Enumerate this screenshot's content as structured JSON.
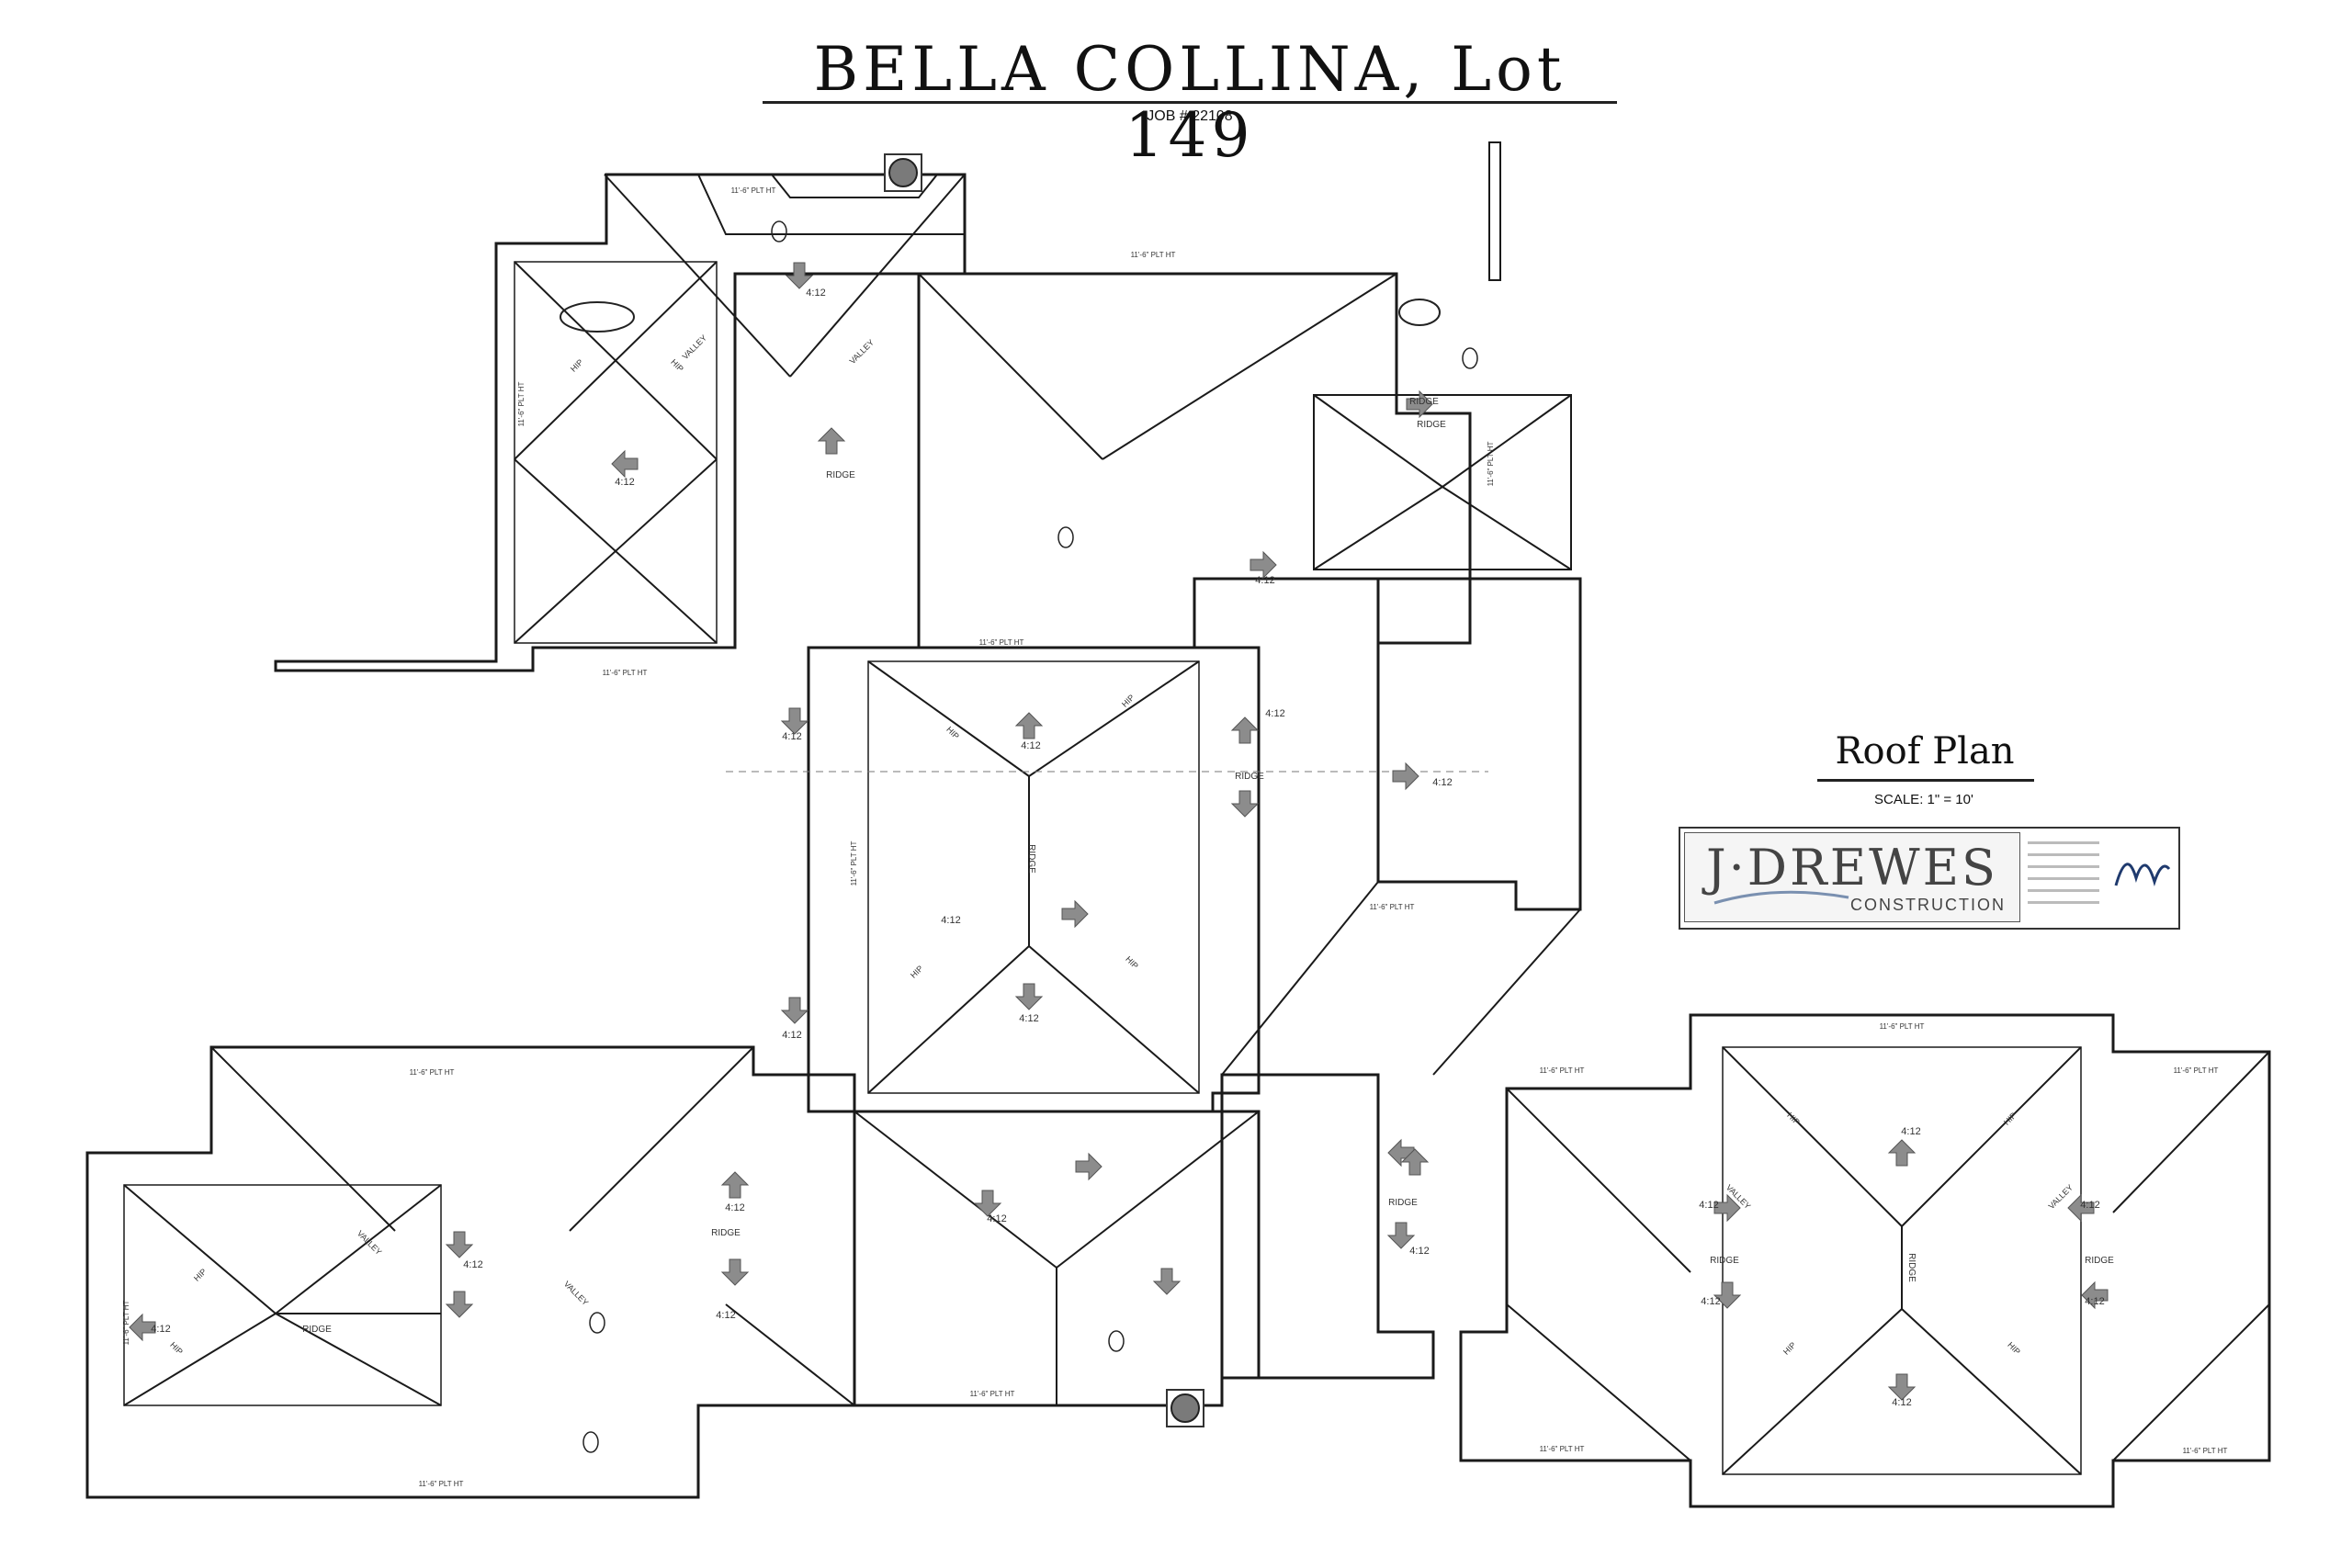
{
  "title": {
    "project": "BELLA COLLINA, Lot 149",
    "job": "JOB # 22108"
  },
  "sheet": {
    "heading": "Roof Plan",
    "scale": "SCALE: 1\" = 10'"
  },
  "logos": {
    "drewes_name": "J·DREWES",
    "drewes_sub": "CONSTRUCTION",
    "hyatt_signature": "Hyatt"
  },
  "plan": {
    "pitch_label": "4:12",
    "ridge_label": "RIDGE",
    "hip_label": "HIP",
    "valley_label": "VALLEY",
    "plate_label": "11'-6\" PLT HT",
    "colors": {
      "line": "#1a1a1a",
      "arrow": "#8c8c8c",
      "chimney": "#7a7a7a"
    }
  }
}
